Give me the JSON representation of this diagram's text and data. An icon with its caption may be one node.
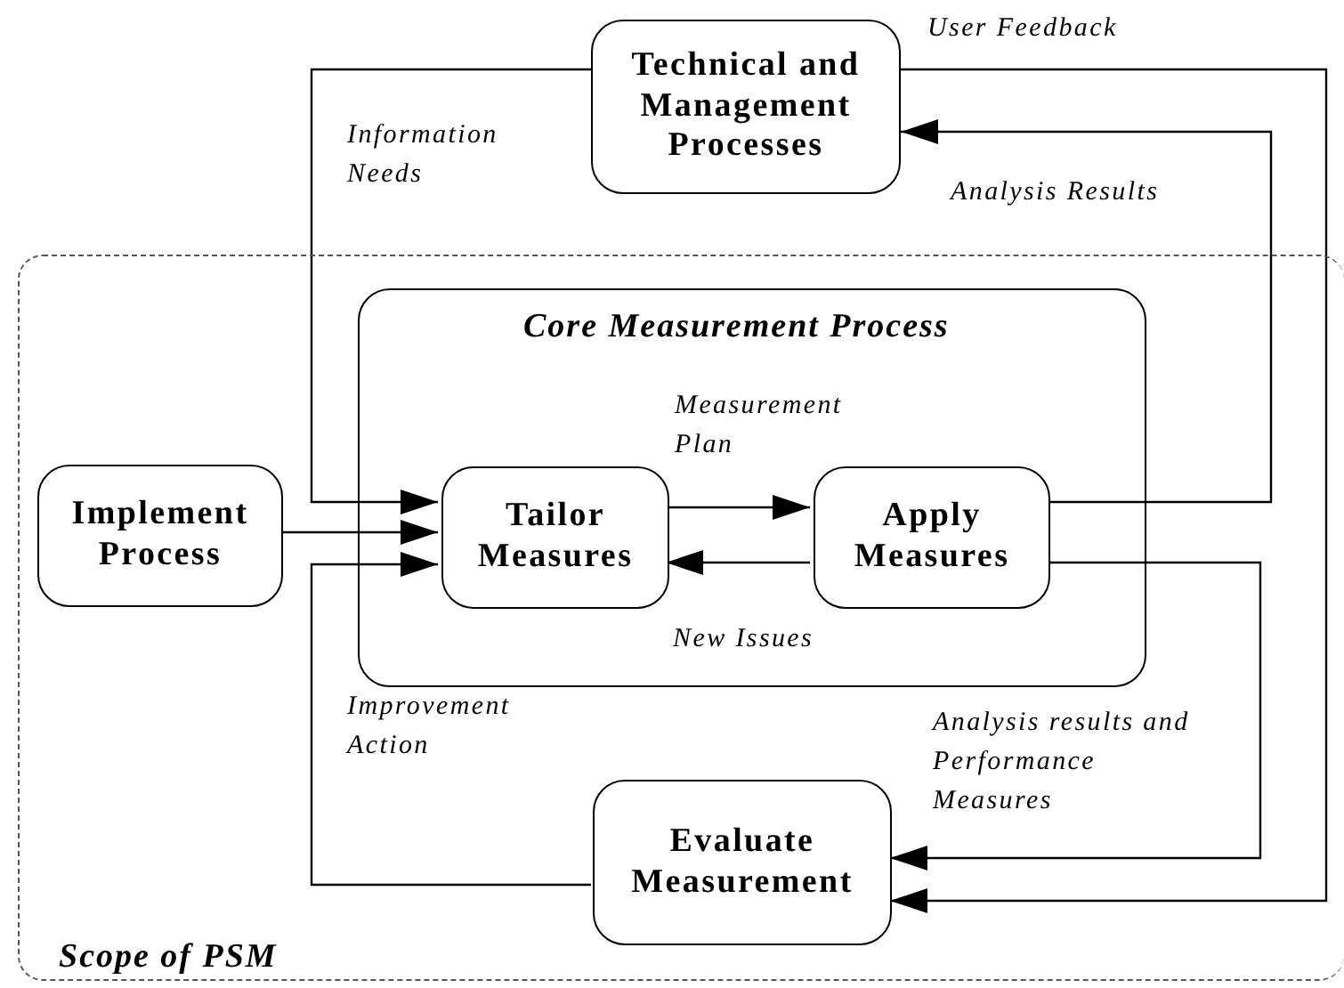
{
  "diagram": {
    "nodes": [
      {
        "text": [
          "Technical and Management Processes"
        ]
      },
      {
        "text": [
          "Scope of PSM"
        ]
      },
      {
        "text": [
          "Core Measurement Process"
        ],
        "in": 1
      },
      {
        "text": [
          "Implement Process"
        ],
        "in": 1
      },
      {
        "text": [
          "Tailor Measures"
        ],
        "in": 2
      },
      {
        "text": [
          "Apply Measures"
        ],
        "in": 2
      },
      {
        "text": [
          "Evaluate Measurement"
        ],
        "in": 1
      }
    ],
    "edges": [
      {
        "from": 0,
        "to": 4,
        "arrow": "to",
        "label": "Information Needs"
      },
      {
        "from": 3,
        "to": 4,
        "arrow": "to"
      },
      {
        "from": 6,
        "to": 4,
        "arrow": "to",
        "label": "Improvement Action"
      },
      {
        "from": 4,
        "to": 5,
        "arrow": "to",
        "label": "Measurement Plan"
      },
      {
        "from": 5,
        "to": 4,
        "arrow": "to",
        "label": "New Issues"
      },
      {
        "from": 5,
        "to": 0,
        "arrow": "to",
        "label": "Analysis Results"
      },
      {
        "from": 0,
        "to": 6,
        "arrow": "to",
        "label": "User Feedback"
      },
      {
        "from": 5,
        "to": 6,
        "arrow": "to",
        "label": "Analysis results and Performance Measures"
      }
    ]
  }
}
